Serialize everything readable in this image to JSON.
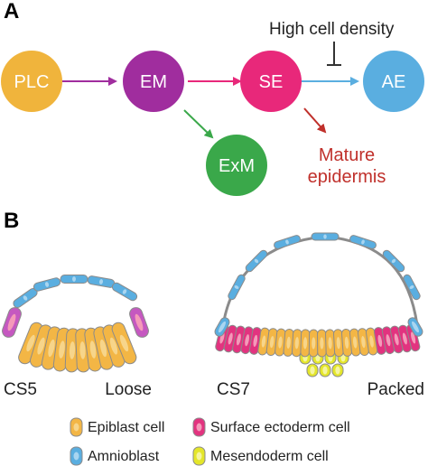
{
  "panel_a": {
    "label": "A",
    "nodes": {
      "plc": {
        "label": "PLC",
        "color": "#f0b43c"
      },
      "em": {
        "label": "EM",
        "color": "#a02d9e"
      },
      "se": {
        "label": "SE",
        "color": "#e8287a"
      },
      "ae": {
        "label": "AE",
        "color": "#5aaee0"
      },
      "exm": {
        "label": "ExM",
        "color": "#3aa84a"
      }
    },
    "inhibitor_label": "High cell density",
    "outcome_line1": "Mature",
    "outcome_line2": "epidermis"
  },
  "panel_b": {
    "label": "B",
    "left_stage": "CS5",
    "left_state": "Loose",
    "right_stage": "CS7",
    "right_state": "Packed"
  },
  "legend": {
    "epiblast": "Epiblast cell",
    "surface_ectoderm": "Surface ectoderm cell",
    "amnioblast": "Amnioblast",
    "mesendoderm": "Mesendoderm cell"
  },
  "colors": {
    "epiblast_fill": "#f3b645",
    "epiblast_nucleus": "#f7d58a",
    "surface_ectoderm_fill": "#e2337f",
    "surface_ectoderm_nucleus": "#f49ab9",
    "amnioblast_fill": "#5aaee0",
    "amnioblast_nucleus": "#a9d5f0",
    "mesendoderm_fill": "#e4e62a",
    "mesendoderm_nucleus": "#f5f5a0",
    "cs5_edge_fill": "#c558c0",
    "cell_outline": "#8b8b8b",
    "arrow_em": "#a02d9e",
    "arrow_se": "#e8287a",
    "arrow_ae": "#5aaee0",
    "arrow_exm": "#3aa84a",
    "arrow_mature": "#c0302b"
  }
}
